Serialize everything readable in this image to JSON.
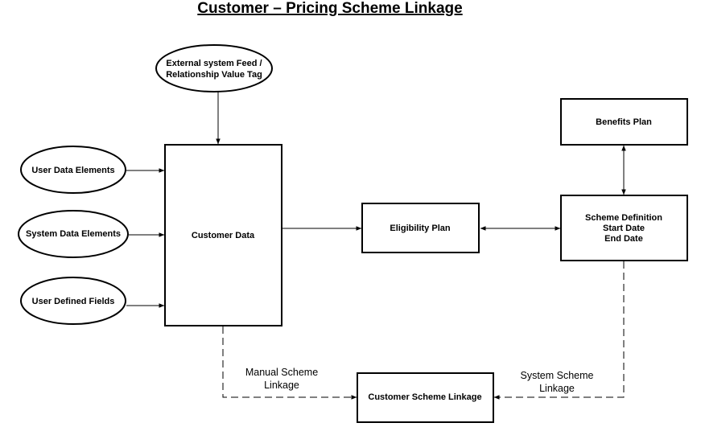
{
  "title": "Customer – Pricing Scheme Linkage",
  "nodes": {
    "external_feed": [
      "External system Feed /",
      "Relationship Value Tag"
    ],
    "user_data_elements": "User Data Elements",
    "system_data_elements": "System Data Elements",
    "user_defined_fields": "User Defined Fields",
    "customer_data": "Customer Data",
    "eligibility_plan": "Eligibility Plan",
    "benefits_plan": "Benefits Plan",
    "scheme_definition": [
      "Scheme Definition",
      "Start Date",
      "End Date"
    ],
    "customer_scheme_linkage": "Customer Scheme Linkage"
  },
  "edge_labels": {
    "manual": [
      "Manual Scheme",
      "Linkage"
    ],
    "system": [
      "System Scheme",
      "Linkage"
    ]
  }
}
